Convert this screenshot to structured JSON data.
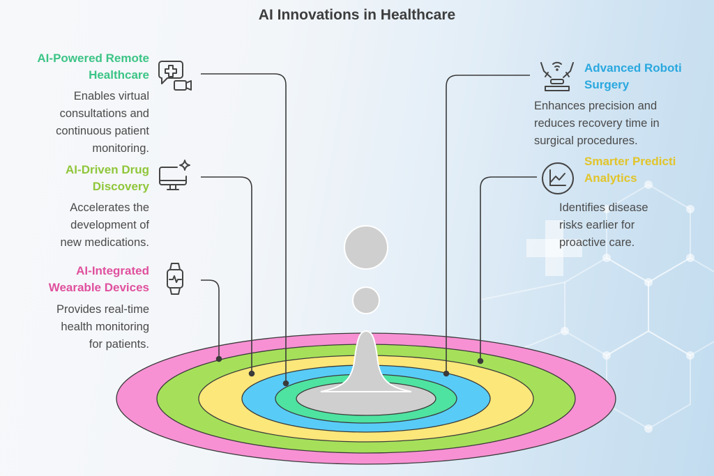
{
  "title": "AI Innovations in Healthcare",
  "items": [
    {
      "id": "remote",
      "heading": [
        "AI-Powered Remote",
        "Healthcare"
      ],
      "description": [
        "Enables virtual",
        "consultations and",
        "continuous patient",
        "monitoring."
      ],
      "color": "#3cc486",
      "icon": "telehealth-icon",
      "ring_color": "#4ee3a0"
    },
    {
      "id": "drug",
      "heading": [
        "AI-Driven Drug",
        "Discovery"
      ],
      "description": [
        "Accelerates the",
        "development of",
        "new medications."
      ],
      "color": "#8fc63a",
      "icon": "monitor-sparkle-icon",
      "ring_color": "#a6e05a"
    },
    {
      "id": "wearable",
      "heading": [
        "AI-Integrated",
        "Wearable Devices"
      ],
      "description": [
        "Provides real-time",
        "health monitoring",
        "for patients."
      ],
      "color": "#e0509e",
      "icon": "smartwatch-icon",
      "ring_color": "#f791d3"
    },
    {
      "id": "robotic",
      "heading": [
        "Advanced Roboti",
        "Surgery"
      ],
      "description": [
        "Enhances precision and",
        "reduces recovery time in",
        "surgical procedures."
      ],
      "color": "#2aa8df",
      "icon": "robotic-arm-icon",
      "ring_color": "#58ccf7"
    },
    {
      "id": "predictive",
      "heading": [
        "Smarter Predicti",
        "Analytics"
      ],
      "description": [
        "Identifies disease",
        "risks earlier for",
        "proactive care."
      ],
      "color": "#e2c42a",
      "icon": "line-chart-icon",
      "ring_color": "#fbe77a"
    }
  ],
  "colors": {
    "title": "#3d3d3d",
    "text": "#4a4a4a",
    "connector": "#3a3a3a",
    "drop": "#cfcfcf"
  }
}
